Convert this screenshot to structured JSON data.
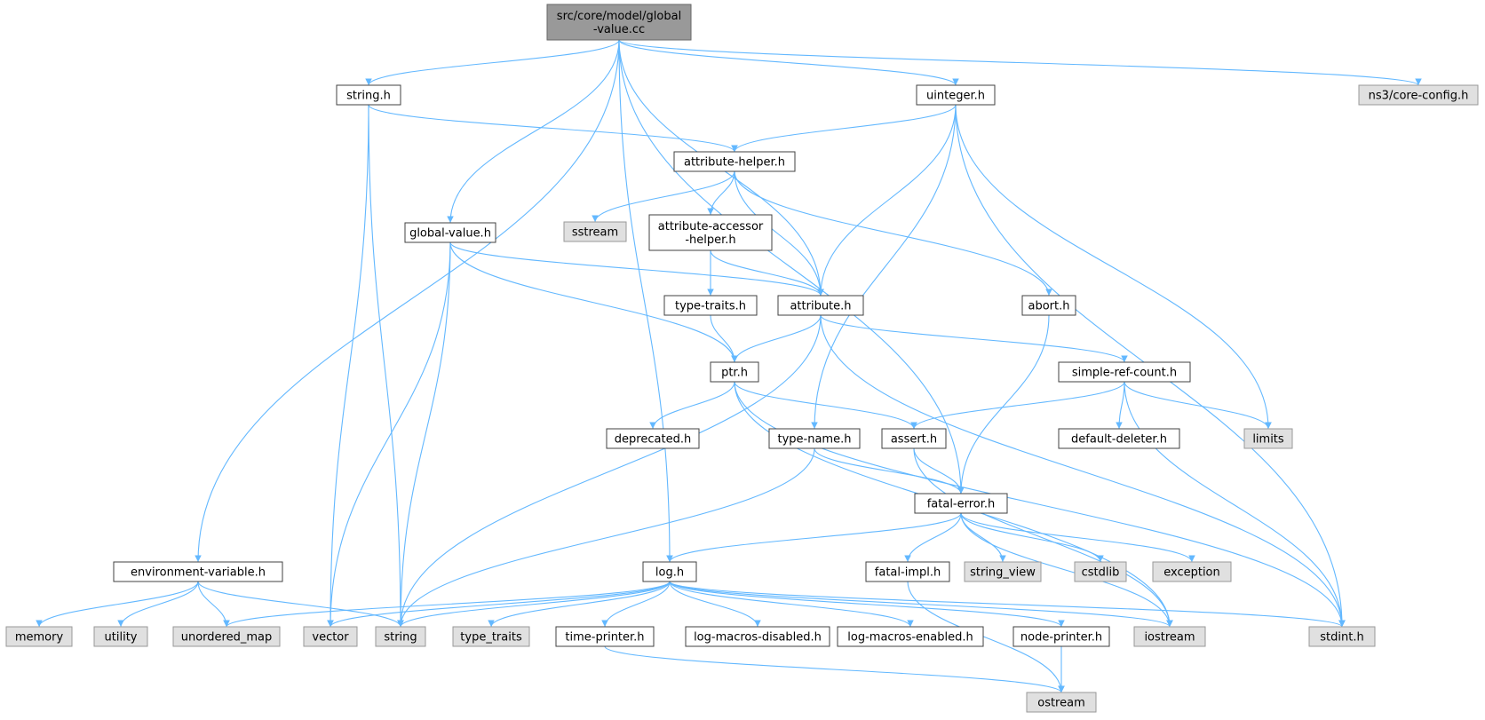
{
  "nodes": [
    {
      "id": "root",
      "lines": [
        "src/core/model/global",
        "-value.cc"
      ],
      "kind": "root"
    },
    {
      "id": "string_h",
      "lines": [
        "string.h"
      ],
      "kind": "local"
    },
    {
      "id": "uinteger_h",
      "lines": [
        "uinteger.h"
      ],
      "kind": "local"
    },
    {
      "id": "core_config",
      "lines": [
        "ns3/core-config.h"
      ],
      "kind": "system"
    },
    {
      "id": "attribute_helper",
      "lines": [
        "attribute-helper.h"
      ],
      "kind": "local"
    },
    {
      "id": "global_value_h",
      "lines": [
        "global-value.h"
      ],
      "kind": "local"
    },
    {
      "id": "sstream",
      "lines": [
        "sstream"
      ],
      "kind": "system"
    },
    {
      "id": "attr_accessor",
      "lines": [
        "attribute-accessor",
        "-helper.h"
      ],
      "kind": "local"
    },
    {
      "id": "type_traits_h",
      "lines": [
        "type-traits.h"
      ],
      "kind": "local"
    },
    {
      "id": "attribute_h",
      "lines": [
        "attribute.h"
      ],
      "kind": "local"
    },
    {
      "id": "abort_h",
      "lines": [
        "abort.h"
      ],
      "kind": "local"
    },
    {
      "id": "ptr_h",
      "lines": [
        "ptr.h"
      ],
      "kind": "local"
    },
    {
      "id": "simple_ref",
      "lines": [
        "simple-ref-count.h"
      ],
      "kind": "local"
    },
    {
      "id": "deprecated_h",
      "lines": [
        "deprecated.h"
      ],
      "kind": "local"
    },
    {
      "id": "type_name_h",
      "lines": [
        "type-name.h"
      ],
      "kind": "local"
    },
    {
      "id": "assert_h",
      "lines": [
        "assert.h"
      ],
      "kind": "local"
    },
    {
      "id": "default_deleter",
      "lines": [
        "default-deleter.h"
      ],
      "kind": "local"
    },
    {
      "id": "limits",
      "lines": [
        "limits"
      ],
      "kind": "system"
    },
    {
      "id": "fatal_error",
      "lines": [
        "fatal-error.h"
      ],
      "kind": "local"
    },
    {
      "id": "env_var",
      "lines": [
        "environment-variable.h"
      ],
      "kind": "local"
    },
    {
      "id": "log_h",
      "lines": [
        "log.h"
      ],
      "kind": "local"
    },
    {
      "id": "fatal_impl",
      "lines": [
        "fatal-impl.h"
      ],
      "kind": "local"
    },
    {
      "id": "string_view",
      "lines": [
        "string_view"
      ],
      "kind": "system"
    },
    {
      "id": "cstdlib",
      "lines": [
        "cstdlib"
      ],
      "kind": "system"
    },
    {
      "id": "exception",
      "lines": [
        "exception"
      ],
      "kind": "system"
    },
    {
      "id": "memory",
      "lines": [
        "memory"
      ],
      "kind": "system"
    },
    {
      "id": "utility",
      "lines": [
        "utility"
      ],
      "kind": "system"
    },
    {
      "id": "unordered_map",
      "lines": [
        "unordered_map"
      ],
      "kind": "system"
    },
    {
      "id": "vector",
      "lines": [
        "vector"
      ],
      "kind": "system"
    },
    {
      "id": "string",
      "lines": [
        "string"
      ],
      "kind": "system"
    },
    {
      "id": "type_traits",
      "lines": [
        "type_traits"
      ],
      "kind": "system"
    },
    {
      "id": "time_printer",
      "lines": [
        "time-printer.h"
      ],
      "kind": "local"
    },
    {
      "id": "log_macros_dis",
      "lines": [
        "log-macros-disabled.h"
      ],
      "kind": "local"
    },
    {
      "id": "log_macros_en",
      "lines": [
        "log-macros-enabled.h"
      ],
      "kind": "local"
    },
    {
      "id": "node_printer",
      "lines": [
        "node-printer.h"
      ],
      "kind": "local"
    },
    {
      "id": "iostream",
      "lines": [
        "iostream"
      ],
      "kind": "system"
    },
    {
      "id": "stdint_h",
      "lines": [
        "stdint.h"
      ],
      "kind": "system"
    },
    {
      "id": "ostream",
      "lines": [
        "ostream"
      ],
      "kind": "system"
    }
  ],
  "edges": [
    [
      "root",
      "string_h"
    ],
    [
      "root",
      "uinteger_h"
    ],
    [
      "root",
      "core_config"
    ],
    [
      "root",
      "global_value_h"
    ],
    [
      "root",
      "attribute_h"
    ],
    [
      "root",
      "log_h"
    ],
    [
      "root",
      "env_var"
    ],
    [
      "root",
      "fatal_error"
    ],
    [
      "string_h",
      "attribute_helper"
    ],
    [
      "string_h",
      "vector"
    ],
    [
      "string_h",
      "string"
    ],
    [
      "uinteger_h",
      "attribute_helper"
    ],
    [
      "uinteger_h",
      "attribute_h"
    ],
    [
      "uinteger_h",
      "type_name_h"
    ],
    [
      "uinteger_h",
      "limits"
    ],
    [
      "uinteger_h",
      "stdint_h"
    ],
    [
      "attribute_helper",
      "sstream"
    ],
    [
      "attribute_helper",
      "attr_accessor"
    ],
    [
      "attribute_helper",
      "attribute_h"
    ],
    [
      "attribute_helper",
      "abort_h"
    ],
    [
      "global_value_h",
      "attribute_h"
    ],
    [
      "global_value_h",
      "ptr_h"
    ],
    [
      "global_value_h",
      "vector"
    ],
    [
      "global_value_h",
      "string"
    ],
    [
      "attr_accessor",
      "type_traits_h"
    ],
    [
      "attr_accessor",
      "attribute_h"
    ],
    [
      "type_traits_h",
      "ptr_h"
    ],
    [
      "attribute_h",
      "ptr_h"
    ],
    [
      "attribute_h",
      "simple_ref"
    ],
    [
      "attribute_h",
      "string"
    ],
    [
      "attribute_h",
      "stdint_h"
    ],
    [
      "abort_h",
      "fatal_error"
    ],
    [
      "ptr_h",
      "deprecated_h"
    ],
    [
      "ptr_h",
      "assert_h"
    ],
    [
      "ptr_h",
      "iostream"
    ],
    [
      "ptr_h",
      "stdint_h"
    ],
    [
      "simple_ref",
      "assert_h"
    ],
    [
      "simple_ref",
      "default_deleter"
    ],
    [
      "simple_ref",
      "limits"
    ],
    [
      "simple_ref",
      "stdint_h"
    ],
    [
      "type_name_h",
      "fatal_error"
    ],
    [
      "type_name_h",
      "string"
    ],
    [
      "assert_h",
      "fatal_error"
    ],
    [
      "assert_h",
      "iostream"
    ],
    [
      "fatal_error",
      "log_h"
    ],
    [
      "fatal_error",
      "fatal_impl"
    ],
    [
      "fatal_error",
      "string_view"
    ],
    [
      "fatal_error",
      "cstdlib"
    ],
    [
      "fatal_error",
      "exception"
    ],
    [
      "fatal_error",
      "iostream"
    ],
    [
      "env_var",
      "memory"
    ],
    [
      "env_var",
      "utility"
    ],
    [
      "env_var",
      "unordered_map"
    ],
    [
      "env_var",
      "string"
    ],
    [
      "log_h",
      "unordered_map"
    ],
    [
      "log_h",
      "vector"
    ],
    [
      "log_h",
      "string"
    ],
    [
      "log_h",
      "type_traits"
    ],
    [
      "log_h",
      "time_printer"
    ],
    [
      "log_h",
      "log_macros_dis"
    ],
    [
      "log_h",
      "log_macros_en"
    ],
    [
      "log_h",
      "node_printer"
    ],
    [
      "log_h",
      "iostream"
    ],
    [
      "log_h",
      "stdint_h"
    ],
    [
      "fatal_impl",
      "ostream"
    ],
    [
      "time_printer",
      "ostream"
    ],
    [
      "node_printer",
      "ostream"
    ]
  ]
}
